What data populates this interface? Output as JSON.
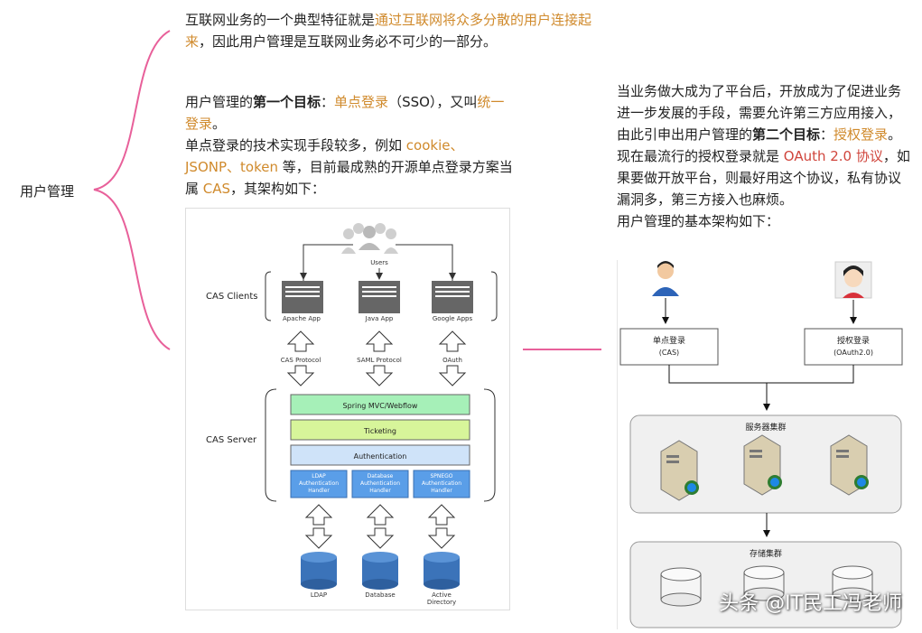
{
  "root": {
    "label": "用户管理"
  },
  "para1": {
    "t1": "互联网业务的一个典型特征就是",
    "h1": "通过互联网将众多分散的用户连接起来",
    "t2": "，因此用户管理是互联网业务必不可少的一部分。"
  },
  "para2": {
    "t1": "用户管理的",
    "b1": "第一个目标",
    "t2": "：",
    "h1": "单点登录",
    "t3": "（SSO），又叫",
    "h2": "统一登录",
    "t4": "。",
    "t5": "单点登录的技术实现手段较多，例如 ",
    "h3": "cookie、JSONP、token",
    "t6": " 等，目前最成熟的开源单点登录方案当属 ",
    "h4": "CAS",
    "t7": "，其架构如下："
  },
  "para3": {
    "t1": "当业务做大成为了平台后，开放成为了促进业务进一步发展的手段，需要允许第三方应用接入，由此引申出用户管理的",
    "b1": "第二个目标",
    "t2": "：",
    "h1": "授权登录",
    "t3": "。现在最流行的授权登录就是 ",
    "r1": "OAuth 2.0 协议",
    "t4": "，如果要做开放平台，则最好用这个协议，私有协议漏洞多，第三方接入也麻烦。",
    "t5": "用户管理的基本架构如下："
  },
  "cas": {
    "users": "Users",
    "clients_label": "CAS Clients",
    "server_label": "CAS Server",
    "apps": [
      "Apache App",
      "Java App",
      "Google Apps"
    ],
    "protocols": [
      "CAS Protocol",
      "SAML Protocol",
      "OAuth"
    ],
    "layers": [
      "Spring MVC/Webflow",
      "Ticketing",
      "Authentication"
    ],
    "handlers": [
      [
        "LDAP",
        "Authentication",
        "Handler"
      ],
      [
        "Database",
        "Authentication",
        "Handler"
      ],
      [
        "SPNEGO",
        "Authentication",
        "Handler"
      ]
    ],
    "stores": [
      [
        "LDAP"
      ],
      [
        "Database"
      ],
      [
        "Active",
        "Directory"
      ]
    ]
  },
  "arch": {
    "sso_title": "单点登录",
    "sso_sub": "(CAS)",
    "auth_title": "授权登录",
    "auth_sub": "(OAuth2.0)",
    "cluster": "服务器集群",
    "storage": "存储集群"
  },
  "watermark": "头条 @IT民工冯老师",
  "colors": {
    "bracket": "#e8609a",
    "highlight": "#d08a2c",
    "red": "#d0453c",
    "layer_green": "#a6f0b8",
    "layer_lime": "#d7f59a",
    "layer_blue": "#cfe3f9",
    "handler_blue": "#5a9ee8",
    "db_blue": "#3b73b9"
  }
}
